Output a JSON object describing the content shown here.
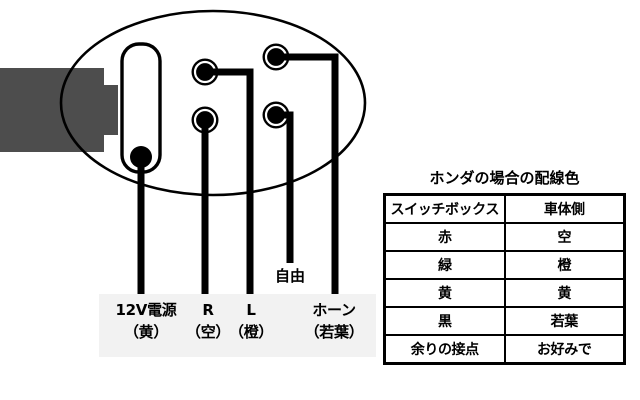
{
  "diagram": {
    "name": "scooter-switch-box-connector-wiring-diagram",
    "connector": {
      "shape": "oval",
      "plug_tab": "gray-trapezoid-left",
      "inner_slot": "rounded-rectangle",
      "terminal_count": 5
    },
    "colors": {
      "stroke": "#000000",
      "background": "#ffffff",
      "plug_gray": "#4d4d4d",
      "label_panel_gray": "#f2f2f2"
    },
    "free_wire_label": "自由",
    "wire_labels": [
      {
        "name": "12v-power",
        "line1": "12V電源",
        "line2": "（黄）"
      },
      {
        "name": "right-turn",
        "line1": "R",
        "line2": "（空）"
      },
      {
        "name": "left-turn",
        "line1": "L",
        "line2": "（橙）"
      },
      {
        "name": "horn",
        "line1": "ホーン",
        "line2": "（若葉）"
      }
    ]
  },
  "table": {
    "title": "ホンダの場合の配線色",
    "headers": [
      "スイッチボックス",
      "車体側"
    ],
    "rows": [
      [
        "赤",
        "空"
      ],
      [
        "緑",
        "橙"
      ],
      [
        "黄",
        "黄"
      ],
      [
        "黒",
        "若葉"
      ],
      [
        "余りの接点",
        "お好みで"
      ]
    ]
  }
}
